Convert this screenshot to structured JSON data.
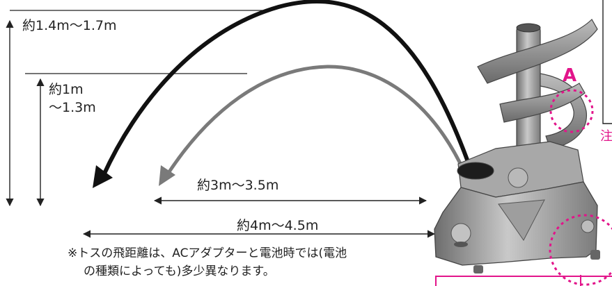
{
  "heights": {
    "high_label": "約1.4m～1.7m",
    "low_label_line1": "約1m",
    "low_label_line2": "～1.3m"
  },
  "distances": {
    "short_label": "約3m～3.5m",
    "long_label": "約4m～4.5m"
  },
  "note": {
    "line1": "※トスの飛距離は、ACアダプターと電池時では(電池",
    "line2": "の種類によっても)多少異なります。"
  },
  "callout": {
    "mark": "A",
    "edge_char": "注"
  },
  "colors": {
    "high_arc": "#111111",
    "low_arc": "#7a7a7a",
    "highlight": "#e2148a"
  }
}
